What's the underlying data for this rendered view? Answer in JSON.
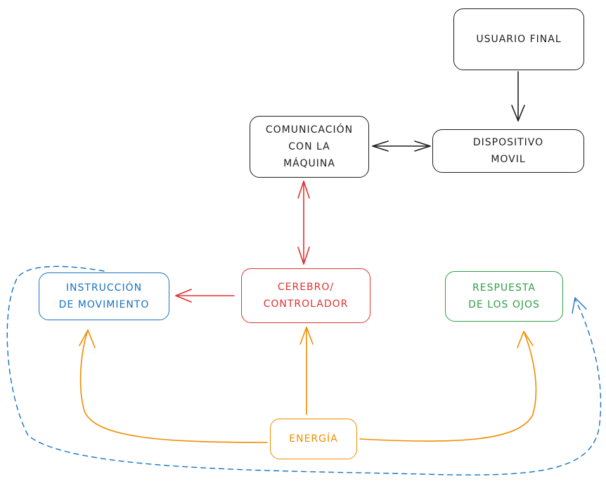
{
  "colors": {
    "ink": "#1e1e1e",
    "red": "#e03131",
    "blue": "#1971c2",
    "green": "#2f9e44",
    "orange": "#f08c00"
  },
  "nodes": {
    "usuario_final": "USUARIO FINAL",
    "comunicacion": "COMUNICACIÓN\nCON LA\nMÁQUINA",
    "dispositivo": "DISPOSITIVO\nMOVIL",
    "instruccion": "INSTRUCCIÓN\nDE MOVIMIENTO",
    "cerebro": "CEREBRO/\nCONTROLADOR",
    "respuesta": "RESPUESTA\nDE LOS OJOS",
    "energia": "ENERGÍA"
  },
  "node_colors": {
    "usuario_final": "ink",
    "comunicacion": "ink",
    "dispositivo": "ink",
    "instruccion": "blue",
    "cerebro": "red",
    "respuesta": "green",
    "energia": "orange"
  },
  "edges": [
    {
      "from": "usuario_final",
      "to": "dispositivo",
      "color": "ink",
      "style": "solid",
      "direction": "forward"
    },
    {
      "from": "comunicacion",
      "to": "dispositivo",
      "color": "ink",
      "style": "solid",
      "direction": "both"
    },
    {
      "from": "comunicacion",
      "to": "cerebro",
      "color": "red",
      "style": "solid",
      "direction": "both"
    },
    {
      "from": "cerebro",
      "to": "instruccion",
      "color": "red",
      "style": "solid",
      "direction": "forward"
    },
    {
      "from": "energia",
      "to": "cerebro",
      "color": "orange",
      "style": "solid",
      "direction": "forward"
    },
    {
      "from": "energia",
      "to": "instruccion",
      "color": "orange",
      "style": "solid",
      "direction": "forward"
    },
    {
      "from": "energia",
      "to": "respuesta",
      "color": "orange",
      "style": "solid",
      "direction": "forward"
    },
    {
      "from": "instruccion",
      "to": "respuesta",
      "color": "blue",
      "style": "dashed",
      "direction": "forward"
    }
  ]
}
